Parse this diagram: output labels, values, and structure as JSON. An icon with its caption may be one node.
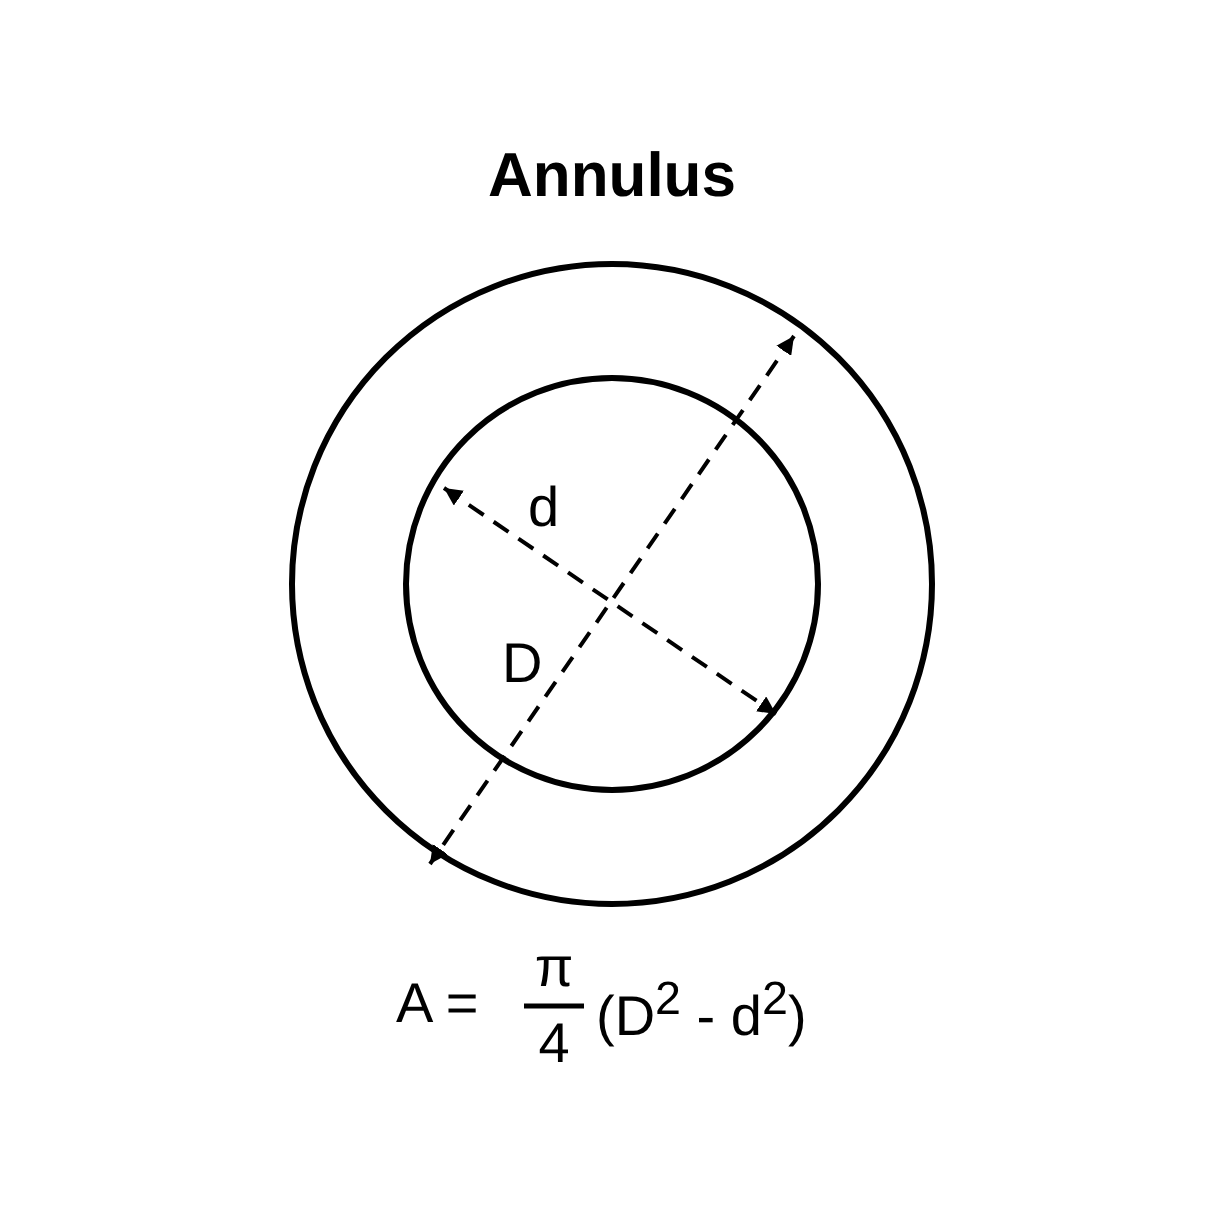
{
  "diagram": {
    "title": "Annulus",
    "labels": [
      "d",
      "D",
      "A =",
      "π",
      "4",
      "(D$^{2}$ - d$^{2}$)"
    ]
  }
}
